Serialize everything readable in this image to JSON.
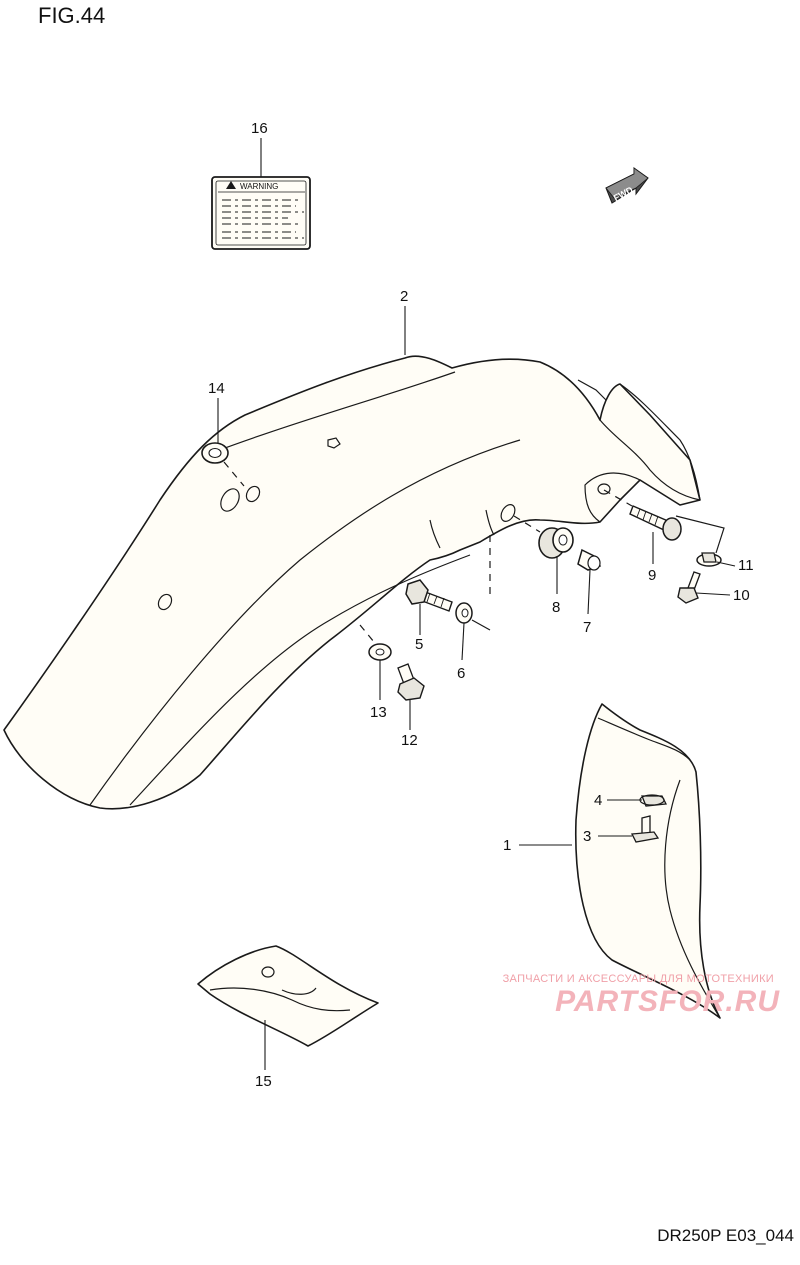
{
  "figure_label": "FIG.44",
  "document_code": "DR250P E03_044",
  "watermark": {
    "tagline": "ЗАПЧАСТИ И АКСЕССУАРЫ ДЛЯ МОТОТЕХНИКИ",
    "brand": "PARTSFOR.RU"
  },
  "warning_label": {
    "title": "WARNING"
  },
  "fwd_badge": "FWD",
  "callouts": [
    "1",
    "2",
    "3",
    "4",
    "5",
    "6",
    "7",
    "8",
    "9",
    "10",
    "11",
    "12",
    "13",
    "14",
    "15",
    "16"
  ]
}
